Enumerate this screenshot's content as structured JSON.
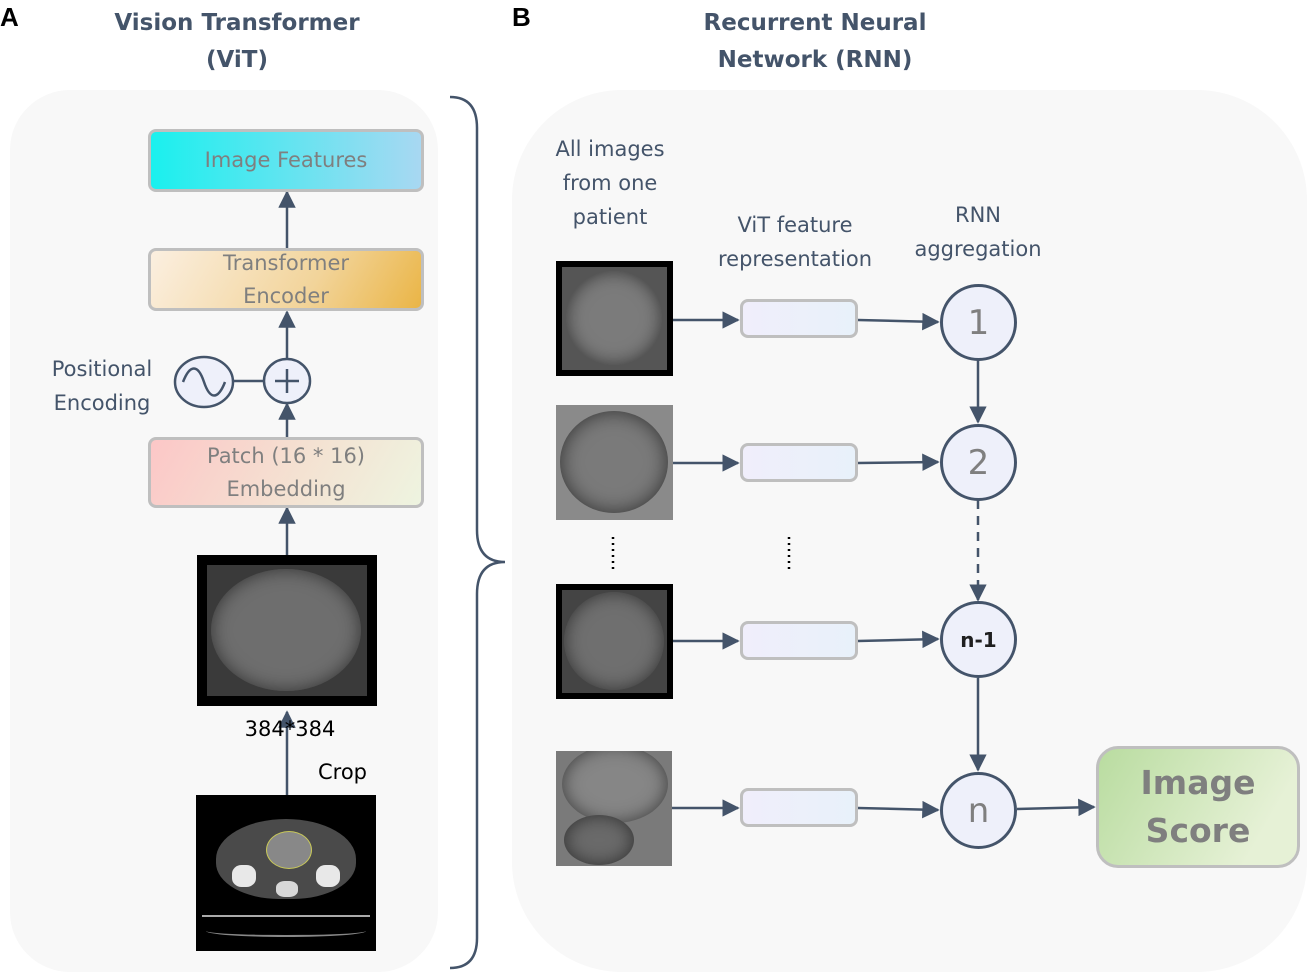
{
  "panel_a": {
    "letter": "A",
    "title_line1": "Vision Transformer",
    "title_line2": "(ViT)",
    "image_features": "Image Features",
    "transformer_line1": "Transformer",
    "transformer_line2": "Encoder",
    "positional_line1": "Positional",
    "positional_line2": "Encoding",
    "patch_line1": "Patch (16 * 16)",
    "patch_line2": "Embedding",
    "size_label": "384*384",
    "crop_label": "Crop"
  },
  "panel_b": {
    "letter": "B",
    "title_line1": "Recurrent Neural",
    "title_line2": "Network (RNN)",
    "col1_line1": "All images",
    "col1_line2": "from one",
    "col1_line3": "patient",
    "col2_line1": "ViT feature",
    "col2_line2": "representation",
    "col3_line1": "RNN",
    "col3_line2": "aggregation",
    "nodes": [
      "1",
      "2",
      "n-1",
      "n"
    ],
    "score_line1": "Image",
    "score_line2": "Score"
  },
  "colors": {
    "text_blue": "#44546a",
    "arrow": "#44546a",
    "box_border": "#bfbfbf",
    "score_green": "#d4e8bd"
  }
}
